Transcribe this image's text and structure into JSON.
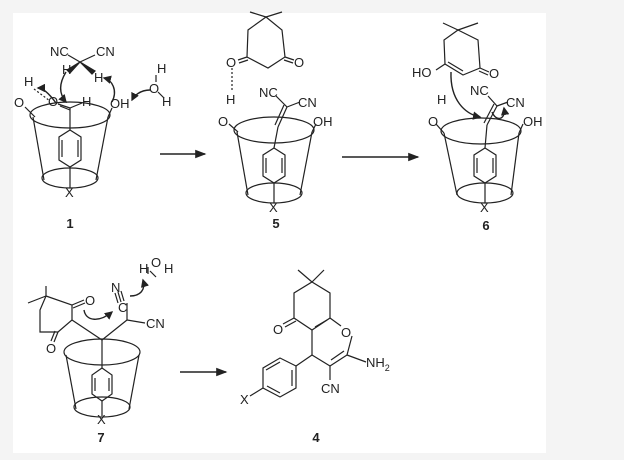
{
  "figure": {
    "compounds": {
      "c1": "1",
      "c5": "5",
      "c6": "6",
      "c7": "7",
      "c4": "4"
    },
    "atoms": {
      "nc": "NC",
      "cn": "CN",
      "h": "H",
      "o": "O",
      "oh": "OH",
      "ho": "HO",
      "n": "N",
      "c": "C",
      "x": "X",
      "nh2": "NH",
      "sub2": "2"
    }
  }
}
